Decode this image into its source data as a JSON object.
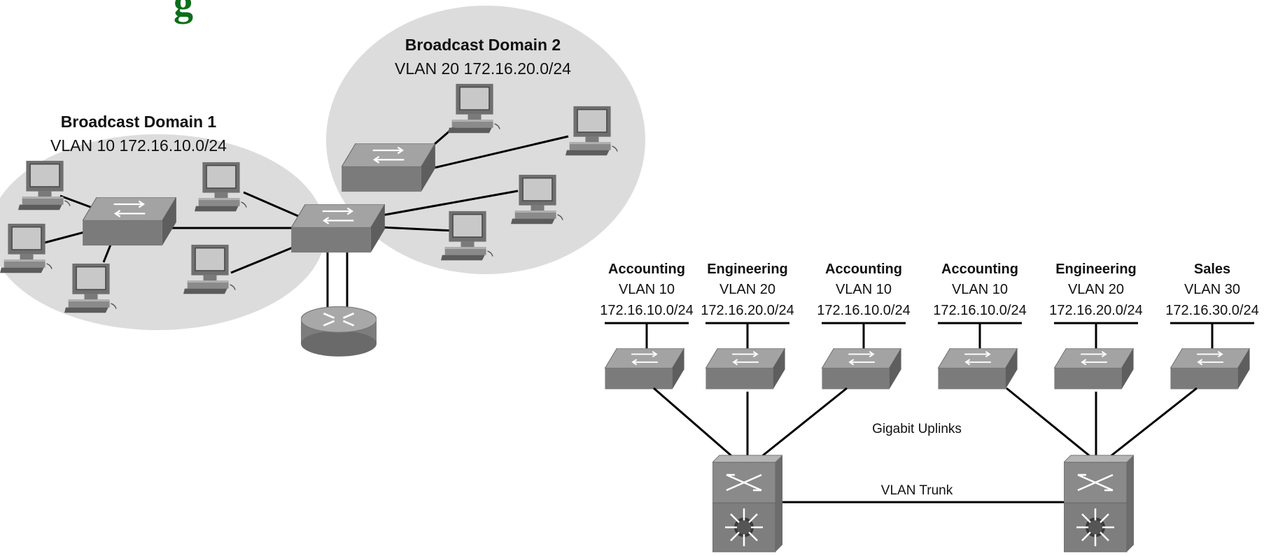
{
  "header_fragment": "g",
  "colors": {
    "domain_fill": "#dcdcdc",
    "line": "#000000",
    "header": "#0b6e1a",
    "device_top": "#9a9a9a",
    "device_side": "#6f6f6f"
  },
  "domains": [
    {
      "title": "Broadcast Domain 1",
      "subtitle": "VLAN 10 172.16.10.0/24"
    },
    {
      "title": "Broadcast Domain 2",
      "subtitle": "VLAN 20 172.16.20.0/24"
    }
  ],
  "access_segments": [
    {
      "dept": "Accounting",
      "vlan": "VLAN 10",
      "subnet": "172.16.10.0/24"
    },
    {
      "dept": "Engineering",
      "vlan": "VLAN 20",
      "subnet": "172.16.20.0/24"
    },
    {
      "dept": "Accounting",
      "vlan": "VLAN 10",
      "subnet": "172.16.10.0/24"
    },
    {
      "dept": "Accounting",
      "vlan": "VLAN 10",
      "subnet": "172.16.10.0/24"
    },
    {
      "dept": "Engineering",
      "vlan": "VLAN 20",
      "subnet": "172.16.20.0/24"
    },
    {
      "dept": "Sales",
      "vlan": "VLAN 30",
      "subnet": "172.16.30.0/24"
    }
  ],
  "uplinks_label": "Gigabit Uplinks",
  "trunk_label": "VLAN Trunk",
  "icons": {
    "pc": "pc-icon",
    "switch": "switch-icon",
    "router": "router-icon",
    "multilayer_switch": "multilayer-switch-icon"
  }
}
